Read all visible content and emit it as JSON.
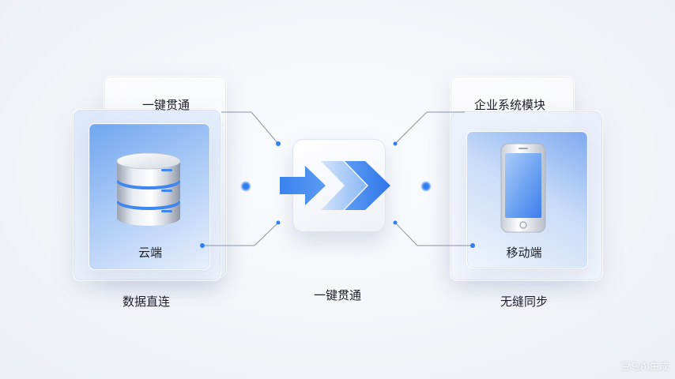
{
  "labels": {
    "left_top": "一键贯通",
    "cloud": "云端",
    "db_direct": "数据直连",
    "center": "一键贯通",
    "module": "企业系统模块",
    "mobile": "移动端",
    "sync": "无缝同步"
  },
  "watermark": "豆包AI生成",
  "icons": {
    "database": "database-icon",
    "arrows": "double-chevron-arrow-icon",
    "phone": "smartphone-icon"
  },
  "colors": {
    "accent": "#3f86ee",
    "accent_light": "#9cc4f6",
    "connector": "#8a93a6",
    "dot": "#2f7ff0"
  }
}
